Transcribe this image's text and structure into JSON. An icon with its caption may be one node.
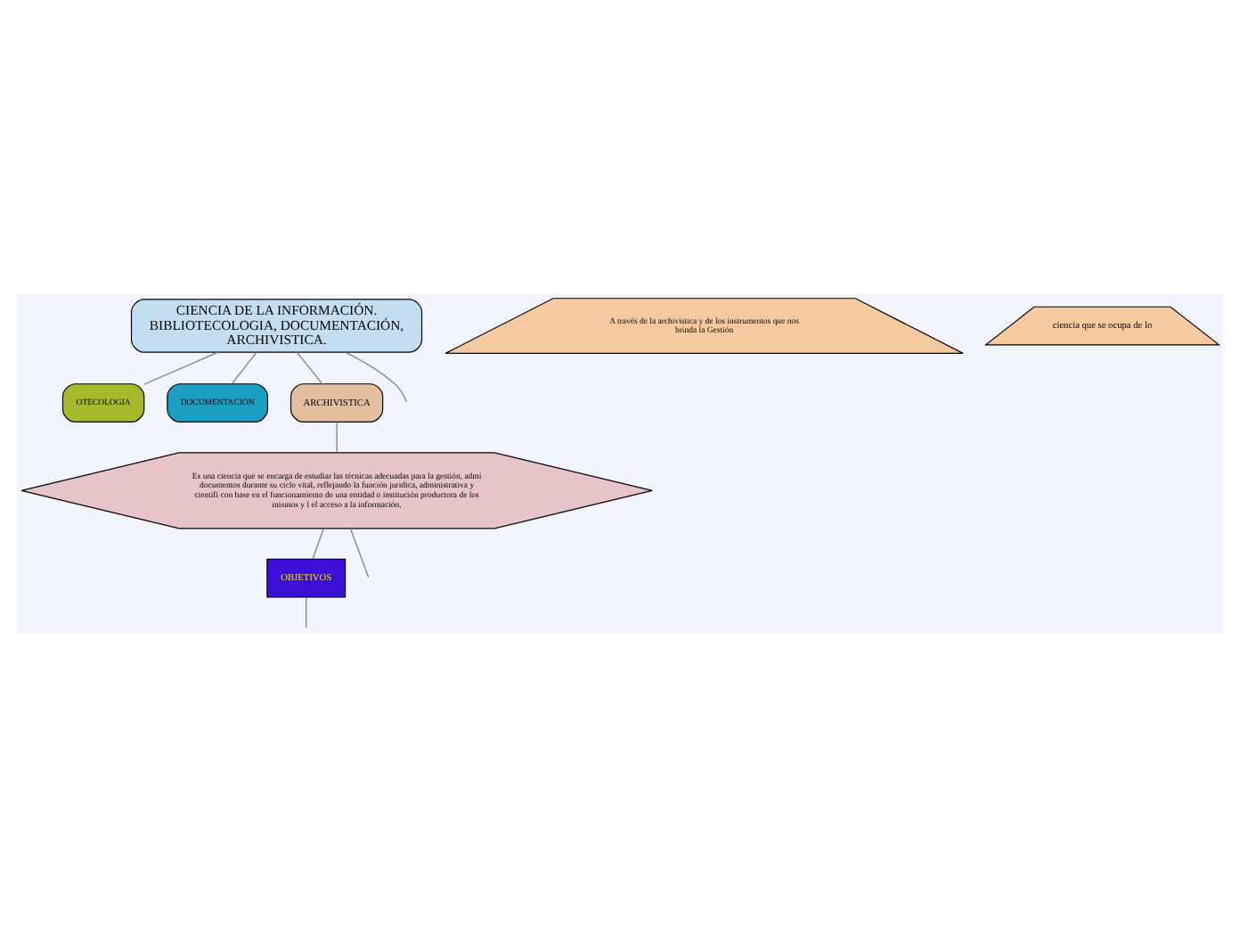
{
  "diagram": {
    "nodes": [
      {
        "text": [
          "CIENCIA DE LA INFORMACIÓN. BIBLIOTECOLOGIA, DOCUMENTACIÓN, ARCHIVISTICA."
        ]
      },
      {
        "text": [
          "OTECOLOGIA"
        ]
      },
      {
        "text": [
          "DOCUMENTACIÓN"
        ]
      },
      {
        "text": [
          "ARCHIVISTICA"
        ]
      },
      {
        "text": [
          "Es una ciencia que se encarga de estudiar las técnicas adecuadas para la gestión, admi documentos durante su ciclo vital, reflejando la función juridica, administrativa y cientifi con base en el funcionamiento de una entidad o institución productora de los mismos y l el acceso a la información."
        ]
      },
      {
        "text": [
          "OBJETIVOS"
        ]
      },
      {
        "text": [
          "A través de la archivistica y de los instrumentos que nos brinda la Gestión"
        ]
      },
      {
        "text": [
          "ciencia que se ocupa de lo"
        ]
      }
    ],
    "edges": [
      {
        "from": 0,
        "to": null,
        "arrow": "none"
      },
      {
        "from": 0,
        "to": 1,
        "arrow": "none"
      },
      {
        "from": 0,
        "to": 2,
        "arrow": "none"
      },
      {
        "from": 0,
        "to": 3,
        "arrow": "none"
      },
      {
        "from": 3,
        "to": 4,
        "arrow": "none"
      },
      {
        "from": 4,
        "to": 5,
        "arrow": "none"
      },
      {
        "from": 4,
        "to": null,
        "arrow": "none"
      },
      {
        "from": 5,
        "to": null,
        "arrow": "none"
      }
    ]
  }
}
